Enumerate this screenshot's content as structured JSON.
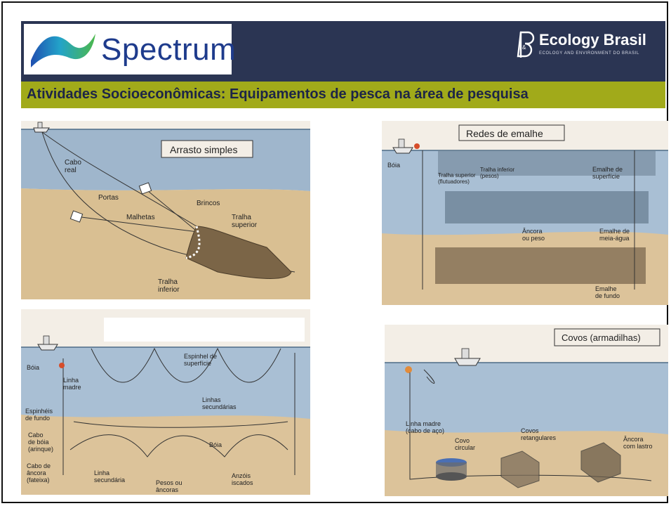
{
  "header": {
    "brand_name": "Spectrum",
    "partner_name": "Ecology Brasil",
    "partner_tagline": "ECOLOGY AND ENVIRONMENT DO BRASIL",
    "partner_logo_icon": "eb-monogram-icon",
    "brand_logo_icon": "wave-logo-icon"
  },
  "title": "Atividades Socioeconômicas: Equipamentos de pesca na área de pesquisa",
  "colors": {
    "header_bg": "#2b3553",
    "title_band": "#a1aa1a",
    "title_text": "#1d2547",
    "water": "#a9bfd4",
    "seabed": "#dcc39a"
  },
  "panels": {
    "arrasto": {
      "title": "Arrasto simples",
      "labels": {
        "cabo": "Cabo\nreal",
        "portas": "Portas",
        "malhetas": "Malhetas",
        "brincos": "Brincos",
        "tralha_superior": "Tralha\nsuperior",
        "tralha_inferior": "Tralha\ninferior"
      }
    },
    "emalhe": {
      "title": "Redes de emalhe",
      "labels": {
        "boia": "Bóia",
        "tralha_superior": "Tralha superior\n(flutuadores)",
        "tralha_inferior": "Tralha inferior\n(pesos)",
        "emalhe_superficie": "Emalhe de\nsuperfície",
        "ancora": "Âncora\nou peso",
        "emalhe_meia_agua": "Emalhe de\nmeia-água",
        "emalhe_fundo": "Emalhe\nde fundo"
      }
    },
    "espinhel": {
      "title": "",
      "labels": {
        "boia_top": "Bóia",
        "linha_madre": "Linha\nmadre",
        "espinhel_superficie": "Espinhel de\nsuperfície",
        "linhas_secundarias": "Linhas\nsecundárias",
        "espinheis_fundo": "Espinhéis\nde fundo",
        "cabo_boia": "Cabo\nde bóia\n(arinque)",
        "boia_bottom": "Bóia",
        "cabo_ancora": "Cabo de\nâncora\n(fateixa)",
        "linha_secundaria": "Linha\nsecundária",
        "pesos": "Pesos ou\nâncoras",
        "anzois": "Anzóis\niscados"
      }
    },
    "covos": {
      "title": "Covos (armadilhas)",
      "labels": {
        "linha_madre": "Linha madre\n(cabo de aço)",
        "covo_circular": "Covo\ncircular",
        "covos_retangulares": "Covos\nretangulares",
        "ancora": "Âncora\ncom lastro"
      }
    }
  }
}
